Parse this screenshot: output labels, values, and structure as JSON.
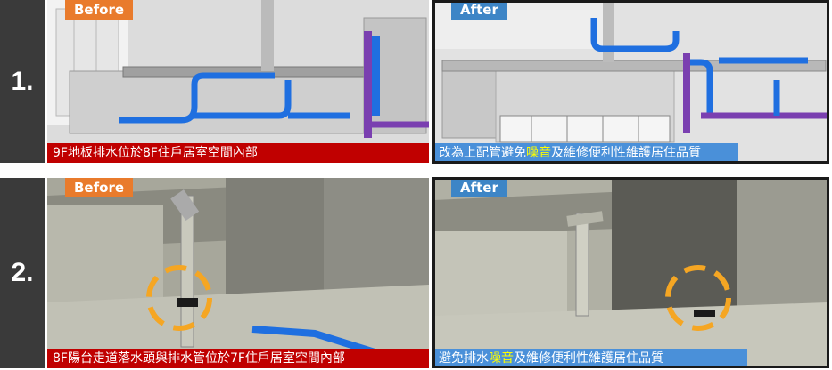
{
  "rows": [
    {
      "number": "1.",
      "before": {
        "tag": "Before",
        "caption": "9F地板排水位於8F住戶居室空間內部"
      },
      "after": {
        "tag": "After",
        "caption_pre": "改為上配管避免",
        "caption_highlight": "噪音",
        "caption_post": "及維修便利性維護居住品質"
      }
    },
    {
      "number": "2.",
      "before": {
        "tag": "Before",
        "caption": "8F陽台走道落水頭與排水管位於7F住戶居室空間內部"
      },
      "after": {
        "tag": "After",
        "caption_pre": "避免排水",
        "caption_highlight": "噪音",
        "caption_post": "及維修便利性維護居住品質"
      }
    }
  ],
  "colors": {
    "before_tag": "#e97b2c",
    "after_tag": "#3d85c6",
    "before_caption": "#c00000",
    "after_caption": "#4a90d9",
    "highlight": "#ffff00",
    "pipe_blue": "#1f6fe0",
    "pipe_purple": "#7a3fb0",
    "marker_orange": "#f5a623"
  }
}
